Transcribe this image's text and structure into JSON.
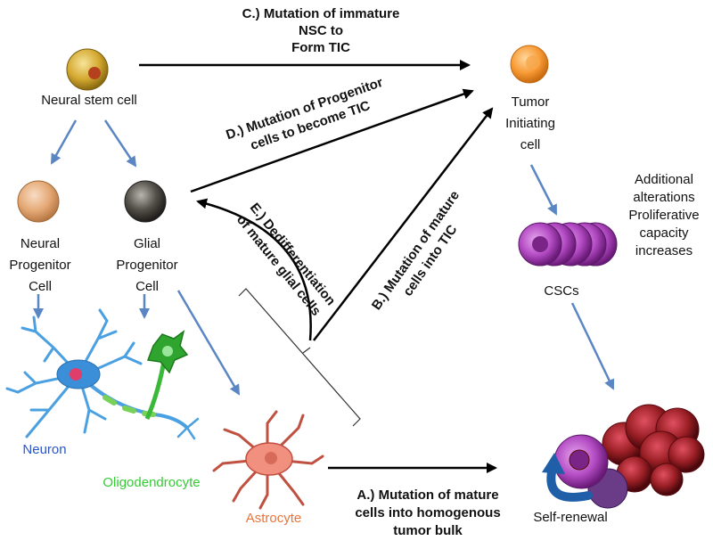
{
  "labels": {
    "neural_stem_cell": "Neural stem cell",
    "neural_progenitor": [
      "Neural",
      "Progenitor",
      "Cell"
    ],
    "glial_progenitor": [
      "Glial",
      "Progenitor",
      "Cell"
    ],
    "neuron": "Neuron",
    "oligodendrocyte": "Oligodendrocyte",
    "astrocyte": "Astrocyte",
    "tumor_initiating": [
      "Tumor",
      "Initiating",
      "cell"
    ],
    "cscs": "CSCs",
    "additional": [
      "Additional",
      "alterations",
      "Proliferative",
      "capacity",
      "increases"
    ],
    "self_renewal": "Self-renewal"
  },
  "pathways": {
    "c": [
      "C.) Mutation of immature",
      "NSC to",
      "Form TIC"
    ],
    "d": [
      "D.) Mutation of Progenitor",
      "cells to become TIC"
    ],
    "e": [
      "E.) Dedifferentiation",
      "of mature glial cells"
    ],
    "b": [
      "B.) Mutation of mature",
      "cells into TIC"
    ],
    "a": [
      "A.) Mutation of mature",
      "cells into homogenous",
      "tumor bulk"
    ]
  },
  "colors": {
    "arrow_blue": "#5b86c4",
    "neuron_label": "#2a55c8",
    "oligo_label": "#33cc33",
    "astro_label": "#e8743a",
    "stem_cell": "#d8b23a",
    "neural_prog": "#e7b088",
    "glial_prog": "#5a5650",
    "tic": "#f7a040",
    "csc": "#b04cc0",
    "tumor": "#9a1f25"
  }
}
